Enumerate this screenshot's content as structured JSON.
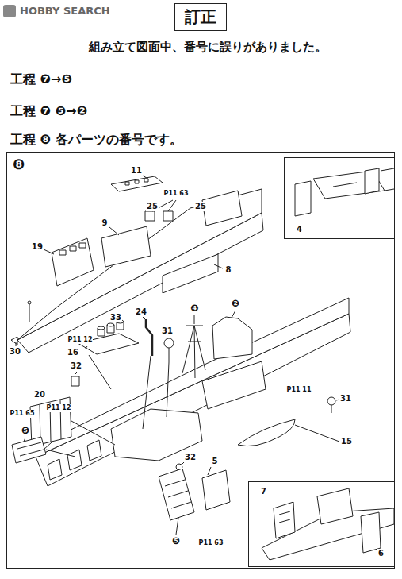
{
  "diagram": {
    "title": "訂正",
    "nodes": [
      {
        "text": [
          "❽"
        ]
      },
      {
        "text": [
          "4"
        ],
        "in": 0
      },
      {
        "text": [
          "7",
          "6"
        ],
        "in": 0
      }
    ],
    "labels": [
      "HOBBY SEARCH",
      "組み立て図面中、番号に誤りがありました。",
      "工程 ❼→❺",
      "工程 ❼ ❺→❷",
      "工程 ❽ 各パーツの番号です。",
      "11",
      "P11 63",
      "25",
      "25",
      "9",
      "19",
      "8",
      "30",
      "24",
      "33",
      "❹",
      "❷",
      "31",
      "P11 12",
      "16",
      "32",
      "P11 12",
      "20",
      "P11 65",
      "❺",
      "P11 11",
      "31",
      "15",
      "32",
      "5",
      "❺",
      "P11 63"
    ]
  }
}
